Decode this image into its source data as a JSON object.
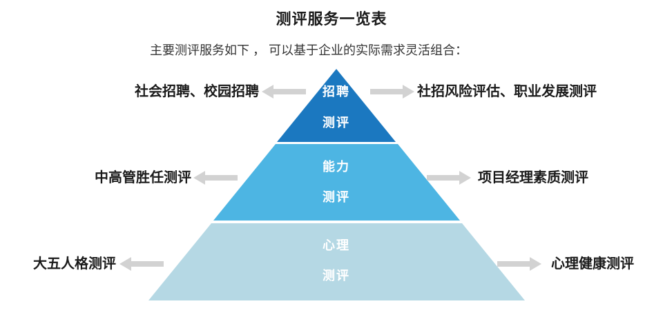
{
  "title": "测评服务一览表",
  "subtitle": "主要测评服务如下 ， 可以基于企业的实际需求灵活组合：",
  "colors": {
    "arrow": "#d2d2d2",
    "label_text": "#1a1a1a",
    "pyramid_text": "#ffffff",
    "separator": "#ffffff"
  },
  "pyramid": {
    "levels": [
      {
        "name": "招聘测评",
        "line1": "招聘",
        "line2": "测评",
        "color": "#1b78c0",
        "left_label": "社会招聘、校园招聘",
        "right_label": "社招风险评估、职业发展测评"
      },
      {
        "name": "能力测评",
        "line1": "能力",
        "line2": "测评",
        "color": "#4db5e3",
        "left_label": "中高管胜任测评",
        "right_label": "项目经理素质测评"
      },
      {
        "name": "心理测评",
        "line1": "心理",
        "line2": "测评",
        "color": "#b5d8e4",
        "left_label": "大五人格测评",
        "right_label": "心理健康测评"
      }
    ]
  }
}
